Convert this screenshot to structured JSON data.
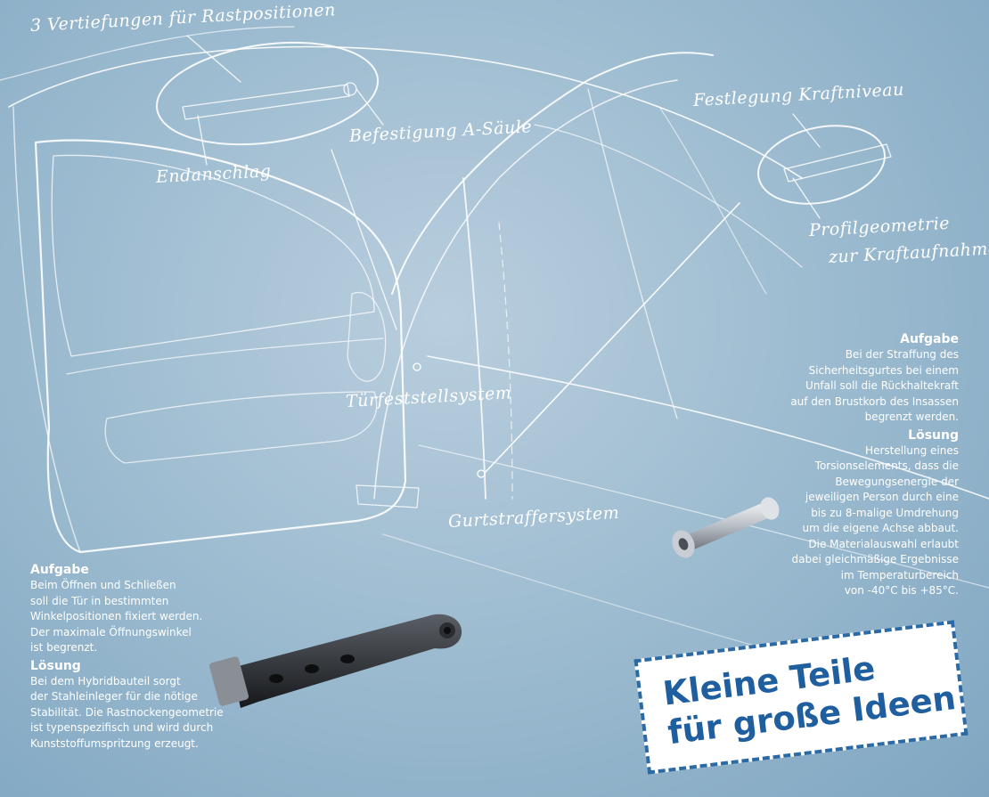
{
  "sketch_labels": {
    "vertiefungen": "3 Vertiefungen für Rastpositionen",
    "befestigung": "Befestigung A-Säule",
    "endanschlag": "Endanschlag",
    "festlegung": "Festlegung Kraftniveau",
    "profil_line1": "Profilgeometrie",
    "profil_line2": "zur Kraftaufnahme",
    "tuerfeststell": "Türfeststellsystem",
    "gurtstraffer": "Gurtstraffersystem"
  },
  "left_block": {
    "task_heading": "Aufgabe",
    "task_text": "Beim Öffnen und Schließen\nsoll die Tür in bestimmten\nWinkelpositionen fixiert werden.\nDer maximale Öffnungswinkel\nist begrenzt.",
    "solution_heading": "Lösung",
    "solution_text": "Bei dem Hybridbauteil sorgt\nder Stahleinleger für die nötige\nStabilität. Die Rastnockengeometrie\nist typenspezifisch und wird durch\nKunststoffumspritzung erzeugt."
  },
  "right_block": {
    "task_heading": "Aufgabe",
    "task_text": "Bei der Straffung des\nSicherheitsgurtes bei einem\nUnfall soll die Rückhaltekraft\nauf den Brustkorb des Insassen\nbegrenzt werden.",
    "solution_heading": "Lösung",
    "solution_text": "Herstellung eines\nTorsionselements, dass die\nBewegungsenergie der\njeweiligen Person durch eine\nbis zu 8-malige Umdrehung\num die eigene Achse abbaut.\nDie Materialauswahl erlaubt\ndabei gleichmäßige Ergebnisse\nim Temperaturbereich\nvon -40°C bis +85°C."
  },
  "stamp": {
    "line1": "Kleine Teile",
    "line2": "für große Ideen"
  },
  "colors": {
    "background": "#9fbdd1",
    "sketch": "#ffffff",
    "stamp_text": "#1f5f9f",
    "stamp_border": "#2c6aa5"
  }
}
